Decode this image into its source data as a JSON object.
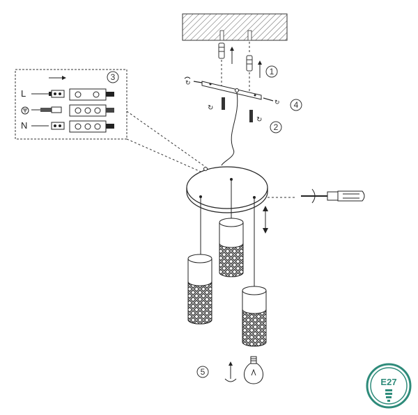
{
  "wiring_box": {
    "labels": {
      "live": "L",
      "neutral": "N"
    }
  },
  "steps": [
    {
      "number": "1"
    },
    {
      "number": "2"
    },
    {
      "number": "3"
    },
    {
      "number": "4"
    },
    {
      "number": "5"
    }
  ],
  "badge": {
    "text": "E27",
    "color": "#2e8b7a"
  },
  "colors": {
    "line": "#222222",
    "shade": "#dddddd"
  }
}
